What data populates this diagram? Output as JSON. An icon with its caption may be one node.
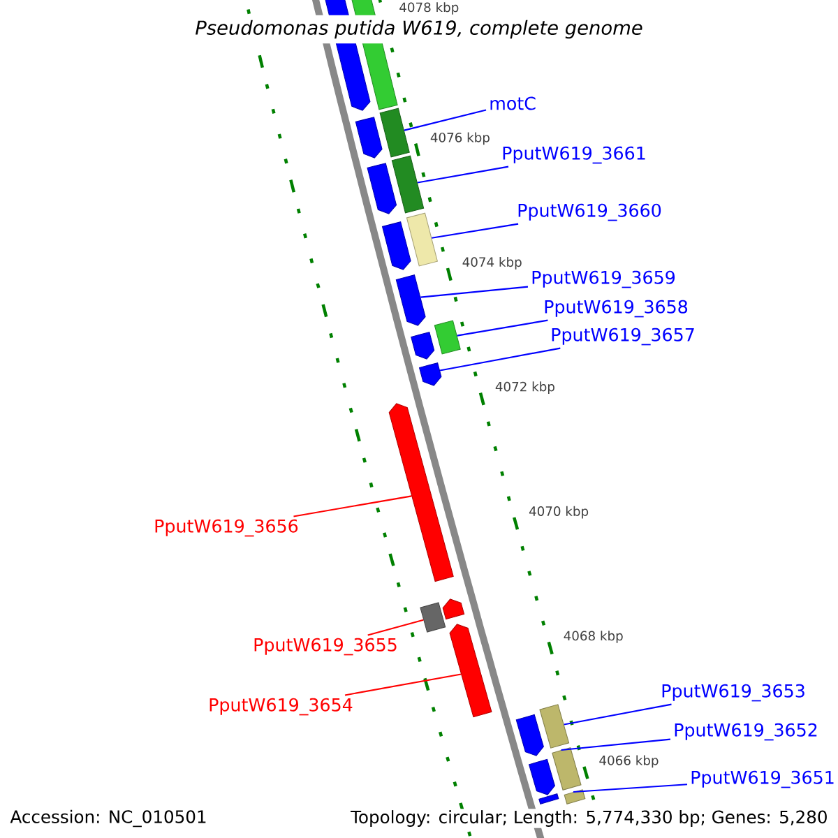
{
  "diagram": {
    "title": "Pseudomonas putida W619, complete genome",
    "nodes": [
      {
        "text": [
          "motC"
        ]
      },
      {
        "text": [
          "PputW619_3661"
        ]
      },
      {
        "text": [
          "PputW619_3660"
        ]
      },
      {
        "text": [
          "PputW619_3659"
        ]
      },
      {
        "text": [
          "PputW619_3658"
        ]
      },
      {
        "text": [
          "PputW619_3657"
        ]
      },
      {
        "text": [
          "PputW619_3656"
        ]
      },
      {
        "text": [
          "PputW619_3655"
        ]
      },
      {
        "text": [
          "PputW619_3654"
        ]
      },
      {
        "text": [
          "PputW619_3653"
        ]
      },
      {
        "text": [
          "PputW619_3652"
        ]
      },
      {
        "text": [
          "PputW619_3651"
        ]
      },
      {
        "text": [],
        "shape": "bar"
      },
      {
        "text": [],
        "shape": "bar"
      },
      {
        "text": [],
        "shape": "bar"
      },
      {
        "text": [],
        "shape": "bar"
      },
      {
        "text": [],
        "shape": "bar"
      },
      {
        "text": [],
        "shape": "bar"
      },
      {
        "text": [],
        "shape": "bar"
      },
      {
        "text": [],
        "shape": "bar"
      },
      {
        "text": [],
        "shape": "bar"
      },
      {
        "text": [],
        "shape": "bar"
      },
      {
        "text": [],
        "shape": "bar"
      },
      {
        "text": [],
        "shape": "bar"
      },
      {
        "text": [],
        "shape": "bar"
      },
      {
        "text": [],
        "shape": "bar"
      },
      {
        "text": [],
        "shape": "bar"
      },
      {
        "text": [],
        "shape": "bar"
      },
      {
        "text": [],
        "shape": "bar"
      },
      {
        "text": [],
        "shape": "bar"
      },
      {
        "text": [],
        "shape": "bar"
      },
      {
        "text": [],
        "shape": "bar"
      },
      {
        "text": [],
        "shape": "bar"
      },
      {
        "text": [],
        "shape": "bar"
      }
    ],
    "edges": [
      {
        "from": 0,
        "to": 14,
        "arrow": "none"
      },
      {
        "from": 1,
        "to": 16,
        "arrow": "none"
      },
      {
        "from": 2,
        "to": 18,
        "arrow": "none"
      },
      {
        "from": 3,
        "to": 20,
        "arrow": "none"
      },
      {
        "from": 4,
        "to": 21,
        "arrow": "none"
      },
      {
        "from": 5,
        "to": 23,
        "arrow": "none"
      },
      {
        "from": 6,
        "to": 24,
        "arrow": "none",
        "color": "#ff0000"
      },
      {
        "from": 7,
        "to": 26,
        "arrow": "none",
        "color": "#ff0000"
      },
      {
        "from": 8,
        "to": 27,
        "arrow": "none",
        "color": "#ff0000"
      },
      {
        "from": 9,
        "to": 28,
        "arrow": "none"
      },
      {
        "from": 10,
        "to": 30,
        "arrow": "none"
      },
      {
        "from": 11,
        "to": 32,
        "arrow": "none"
      }
    ],
    "labels": [
      "4078 kbp",
      "4076 kbp",
      "4074 kbp",
      "4072 kbp",
      "4070 kbp",
      "4068 kbp",
      "4066 kbp",
      "Accession: NC_010501",
      "Topology: circular; Length: 5,774,330 bp; Genes: 5,280"
    ]
  }
}
